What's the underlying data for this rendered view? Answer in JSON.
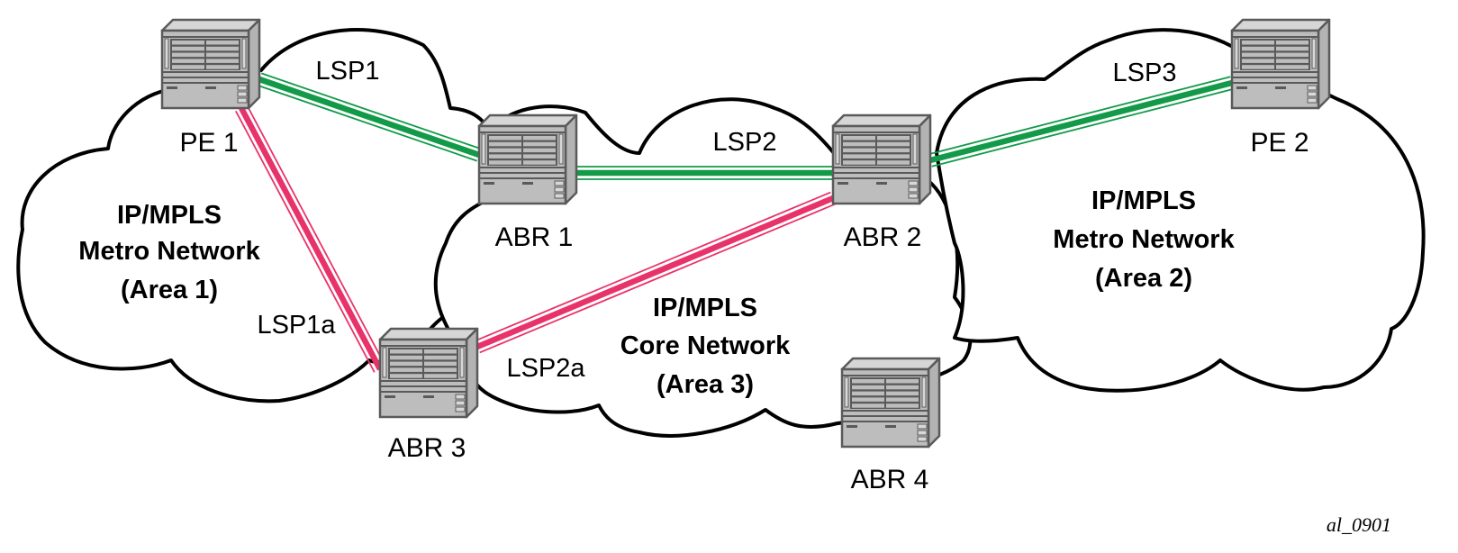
{
  "figure": {
    "id_label": "al_0901",
    "colors": {
      "primary_lsp": "#129a48",
      "backup_lsp": "#e8336a",
      "cloud_stroke": "#000000",
      "router_fill": "#bdbdbd",
      "router_stroke": "#5a5a5a"
    }
  },
  "areas": [
    {
      "id": "area1",
      "lines": [
        "IP/MPLS",
        "Metro Network",
        "(Area 1)"
      ]
    },
    {
      "id": "area3",
      "lines": [
        "IP/MPLS",
        "Core Network",
        "(Area 3)"
      ]
    },
    {
      "id": "area2",
      "lines": [
        "IP/MPLS",
        "Metro Network",
        "(Area 2)"
      ]
    }
  ],
  "nodes": [
    {
      "id": "pe1",
      "label": "PE 1",
      "icon": "router-chassis-icon"
    },
    {
      "id": "abr1",
      "label": "ABR 1",
      "icon": "router-chassis-icon"
    },
    {
      "id": "abr2",
      "label": "ABR 2",
      "icon": "router-chassis-icon"
    },
    {
      "id": "pe2",
      "label": "PE 2",
      "icon": "router-chassis-icon"
    },
    {
      "id": "abr3",
      "label": "ABR 3",
      "icon": "router-chassis-icon"
    },
    {
      "id": "abr4",
      "label": "ABR 4",
      "icon": "router-chassis-icon"
    }
  ],
  "links": [
    {
      "id": "lsp1",
      "label": "LSP1",
      "from": "pe1",
      "to": "abr1",
      "kind": "primary"
    },
    {
      "id": "lsp2",
      "label": "LSP2",
      "from": "abr1",
      "to": "abr2",
      "kind": "primary"
    },
    {
      "id": "lsp3",
      "label": "LSP3",
      "from": "abr2",
      "to": "pe2",
      "kind": "primary"
    },
    {
      "id": "lsp1a",
      "label": "LSP1a",
      "from": "pe1",
      "to": "abr3",
      "kind": "backup"
    },
    {
      "id": "lsp2a",
      "label": "LSP2a",
      "from": "abr3",
      "to": "abr2",
      "kind": "backup"
    }
  ]
}
